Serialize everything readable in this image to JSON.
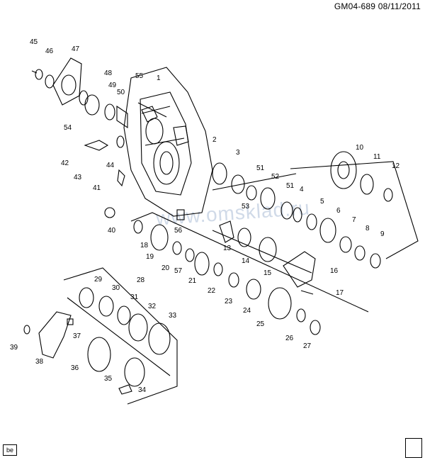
{
  "header": {
    "diagram_code": "GM04-689",
    "date": "08/11/2011"
  },
  "footer": {
    "badge": "be"
  },
  "watermark": "www.omsklad.ru",
  "callouts": [
    "1",
    "2",
    "3",
    "4",
    "5",
    "6",
    "7",
    "8",
    "9",
    "10",
    "11",
    "12",
    "13",
    "14",
    "15",
    "16",
    "17",
    "18",
    "19",
    "20",
    "21",
    "22",
    "23",
    "24",
    "25",
    "26",
    "27",
    "28",
    "29",
    "30",
    "31",
    "32",
    "33",
    "34",
    "35",
    "36",
    "37",
    "38",
    "39",
    "40",
    "41",
    "42",
    "43",
    "44",
    "45",
    "46",
    "47",
    "48",
    "49",
    "50",
    "51",
    "51",
    "52",
    "53",
    "54",
    "55",
    "56",
    "57"
  ],
  "colors": {
    "line": "#000000",
    "background": "#ffffff"
  },
  "icons": [
    "transmission-case-drawing",
    "gear-drawing",
    "bearing-drawing",
    "snap-ring-drawing",
    "fork-drawing"
  ]
}
